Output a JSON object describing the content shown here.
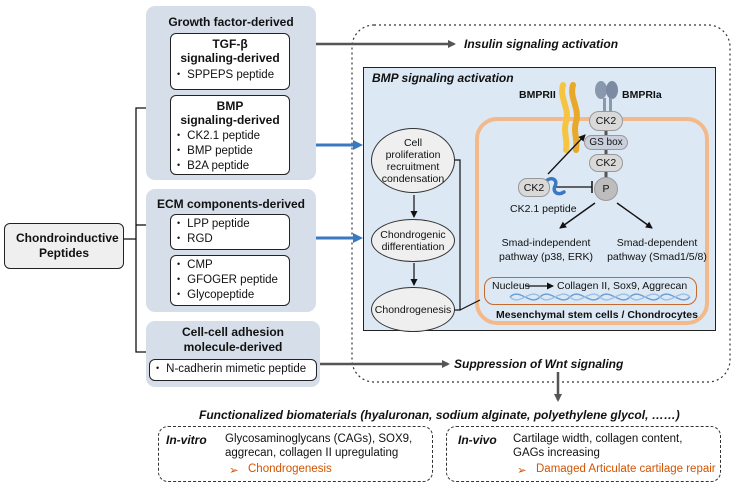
{
  "main_label": "Chondroinductive Peptides",
  "growth": {
    "title": "Growth factor-derived",
    "tgf": {
      "title_l1": "TGF-β",
      "title_l2": "signaling-derived",
      "items": [
        "SPPEPS peptide"
      ]
    },
    "bmp": {
      "title_l1": "BMP",
      "title_l2": "signaling-derived",
      "items": [
        "CK2.1 peptide",
        "BMP peptide",
        "B2A peptide"
      ]
    }
  },
  "ecm": {
    "title": "ECM components-derived",
    "box1": [
      "LPP peptide",
      "RGD"
    ],
    "box2": [
      "CMP",
      "GFOGER peptide",
      "Glycopeptide"
    ]
  },
  "adhesion": {
    "title_l1": "Cell-cell adhesion",
    "title_l2": "molecule-derived",
    "items": [
      "N-cadherin mimetic peptide"
    ]
  },
  "insulin": "Insulin signaling activation",
  "bmp_activation": "BMP signaling activation",
  "flow": {
    "step1": [
      "Cell",
      "proliferation",
      "recruitment",
      "condensation"
    ],
    "step2": [
      "Chondrogenic",
      "differentiation"
    ],
    "step3": "Chondrogenesis"
  },
  "receptors": {
    "bmprii": "BMPRII",
    "bmpria": "BMPRIa"
  },
  "cascade": {
    "ck2_top": "CK2",
    "gs_box": "GS box",
    "ck2_mid": "CK2",
    "p": "P",
    "ck2_left": "CK2",
    "ck2_peptide": "CK2.1 peptide"
  },
  "smad_independent": [
    "Smad-independent",
    "pathway (p38, ERK)"
  ],
  "smad_dependent": [
    "Smad-dependent",
    "pathway (Smad1/5/8)"
  ],
  "nucleus": {
    "label": "Nucleus",
    "genes": "Collagen II, Sox9, Aggrecan"
  },
  "cells": "Mesenchymal stem cells / Chondrocytes",
  "wnt": "Suppression of Wnt signaling",
  "functionalized": "Functionalized biomaterials (hyaluronan, sodium alginate, polyethylene glycol, ……)",
  "invitro": {
    "label": "In-vitro",
    "l1": "Glycosaminoglycans (CAGs), SOX9,",
    "l2": "aggrecan, collagen II upregulating",
    "result": "Chondrogenesis"
  },
  "invivo": {
    "label": "In-vivo",
    "l1": "Cartilage width, collagen content,",
    "l2": "GAGs increasing",
    "result": "Damaged Articulate cartilage repair"
  },
  "colors": {
    "panel": "#d6dee9",
    "blue_arrow": "#3b78c2",
    "orange": "#d35400",
    "cell_border": "#f3b98a",
    "bmp_bg": "#dce8f4"
  }
}
